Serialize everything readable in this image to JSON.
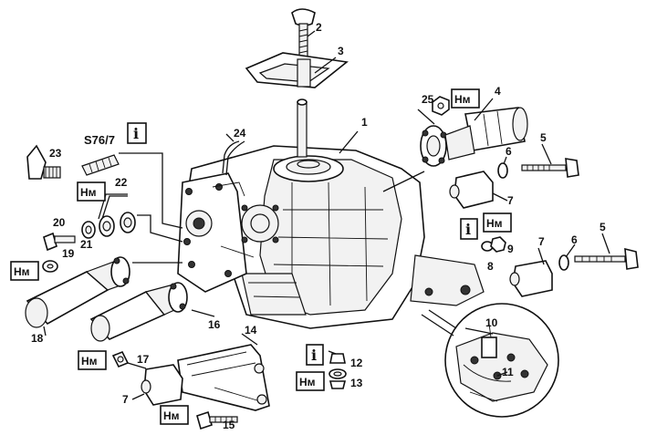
{
  "callouts": [
    {
      "id": "c1",
      "text": "1"
    },
    {
      "id": "c2",
      "text": "2"
    },
    {
      "id": "c3",
      "text": "3"
    },
    {
      "id": "c4",
      "text": "4"
    },
    {
      "id": "c5a",
      "text": "5"
    },
    {
      "id": "c5b",
      "text": "5"
    },
    {
      "id": "c6a",
      "text": "6"
    },
    {
      "id": "c6b",
      "text": "6"
    },
    {
      "id": "c7a",
      "text": "7"
    },
    {
      "id": "c7b",
      "text": "7"
    },
    {
      "id": "c7c",
      "text": "7"
    },
    {
      "id": "c8",
      "text": "8"
    },
    {
      "id": "c9",
      "text": "9"
    },
    {
      "id": "c10",
      "text": "10"
    },
    {
      "id": "c11",
      "text": "11"
    },
    {
      "id": "c12",
      "text": "12"
    },
    {
      "id": "c13",
      "text": "13"
    },
    {
      "id": "c14",
      "text": "14"
    },
    {
      "id": "c15",
      "text": "15"
    },
    {
      "id": "c16",
      "text": "16"
    },
    {
      "id": "c17",
      "text": "17"
    },
    {
      "id": "c18",
      "text": "18"
    },
    {
      "id": "c19",
      "text": "19"
    },
    {
      "id": "c20",
      "text": "20"
    },
    {
      "id": "c21",
      "text": "21"
    },
    {
      "id": "c22",
      "text": "22"
    },
    {
      "id": "c23",
      "text": "23"
    },
    {
      "id": "c24",
      "text": "24"
    },
    {
      "id": "c25",
      "text": "25"
    }
  ],
  "sensor_label": "S76/7",
  "torque_label": "Нм",
  "info_symbol": "i"
}
